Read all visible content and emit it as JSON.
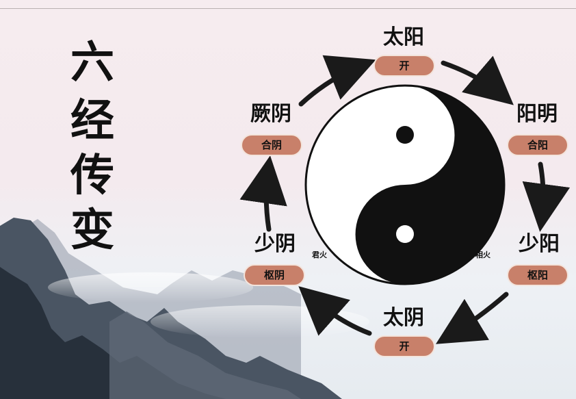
{
  "title": [
    "六",
    "经",
    "传",
    "变"
  ],
  "nodes": [
    {
      "name": "太阳",
      "tag": "开"
    },
    {
      "name": "阳明",
      "tag": "合阳"
    },
    {
      "name": "少阳",
      "tag": "枢阳",
      "note": "相火"
    },
    {
      "name": "太阴",
      "tag": "开"
    },
    {
      "name": "少阴",
      "tag": "枢阴",
      "note": "君火"
    },
    {
      "name": "厥阴",
      "tag": "合阴"
    }
  ],
  "colors": {
    "pill": "#c8806a",
    "yin": "#111111",
    "yang": "#ffffff",
    "arrow": "#1a1a1a"
  }
}
